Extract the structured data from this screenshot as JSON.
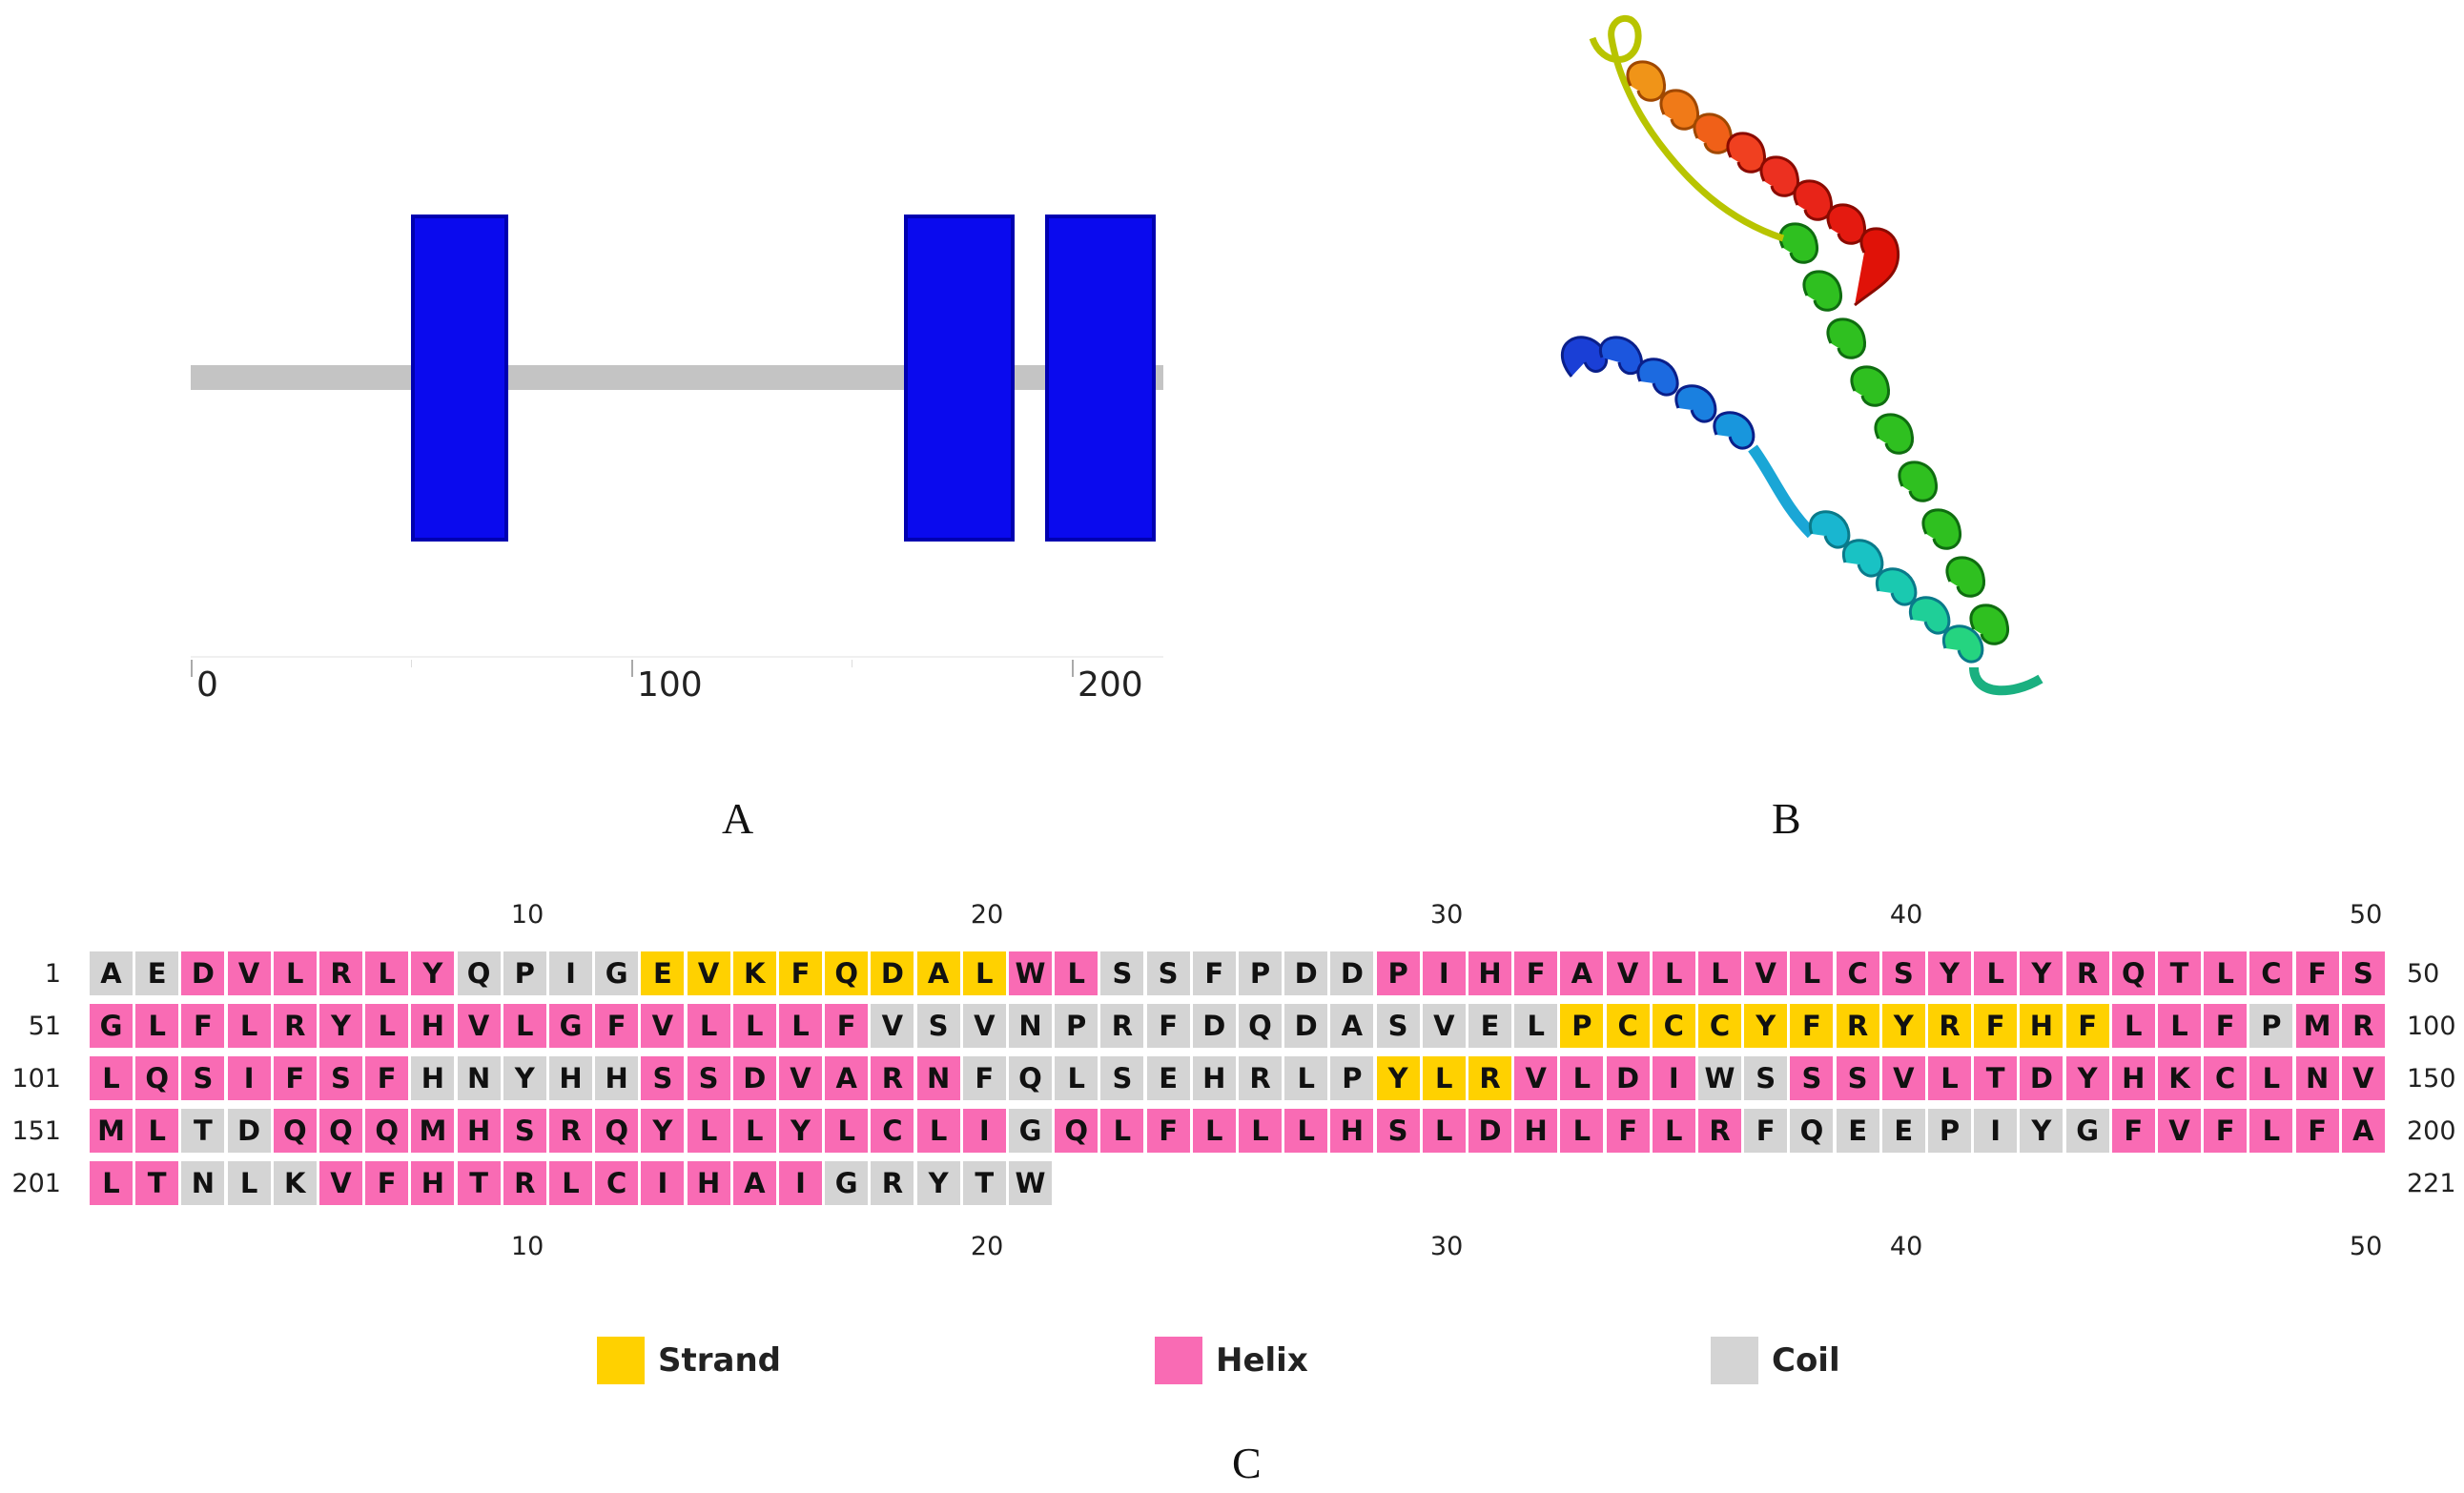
{
  "panel_a": {
    "letter": "A",
    "domains": [
      {
        "start": 50,
        "end": 72
      },
      {
        "start": 162,
        "end": 187
      },
      {
        "start": 194,
        "end": 219
      }
    ],
    "length": 221,
    "axis_ticks": [
      "0",
      "100",
      "200"
    ],
    "colors": {
      "domain": "#0a0aee",
      "track": "#c4c4c4"
    }
  },
  "panel_b": {
    "letter": "B",
    "structure_icon": "protein-ribbon-rainbow"
  },
  "panel_c": {
    "letter": "C",
    "ruler_top": [
      "10",
      "20",
      "30",
      "40",
      "50"
    ],
    "ruler_bottom": [
      "10",
      "20",
      "30",
      "40",
      "50"
    ],
    "rows": [
      {
        "start": "1",
        "end": "50",
        "seq": "AEDVLRLYQPIGEVKFQDALWLSSFPDDPIHFAVLLVLCSYLYRQTLCFS",
        "ss": "CCHHHHHHCCCCEEEEEEEEHHCCCCCCHHHHHHHHHHHHHHHHHHHHHH"
      },
      {
        "start": "51",
        "end": "100",
        "seq": "GLFLRYLHVLGFVLLLFVSVNPRFDQDASVELPCCCYFRYRFHFLLFPMR",
        "ss": "HHHHHHHHHHHHHHHHHCCCCCCCCCCCCCCCEEEEEEEEEEEEHHHCHH"
      },
      {
        "start": "101",
        "end": "150",
        "seq": "LQSIFSFHNYHHSSDVARNFQLSEHRLPYLRVLDIWSSSVLTDYHKCLNV",
        "ss": "HHHHHHHCCCCCHHHHHHHCCCCCCCCCEEEHHHHCCHHHHHHHHHHHHH"
      },
      {
        "start": "151",
        "end": "200",
        "seq": "MLTDQQQMHSRQYLLYLCLIGQLFLLLHSLDHLFLRFQEEPIYGFVFLFA",
        "ss": "HHCCHHHHHHHHHHHHHHHHCHHHHHHHHHHHHHHHCCCCCCCCHHHHHH"
      },
      {
        "start": "201",
        "end": "221",
        "seq": "LTNLKVFHTRLCIHAIGRYTW",
        "ss": "HHCCCHHHHHHHHHHHCCCCC"
      }
    ],
    "colors": {
      "E": "#ffd100",
      "H": "#f96bb4",
      "C": "#d4d4d4"
    },
    "legend": [
      {
        "label": "Strand",
        "color": "#ffd100"
      },
      {
        "label": "Helix",
        "color": "#f96bb4"
      },
      {
        "label": "Coil",
        "color": "#d4d4d4"
      }
    ]
  }
}
